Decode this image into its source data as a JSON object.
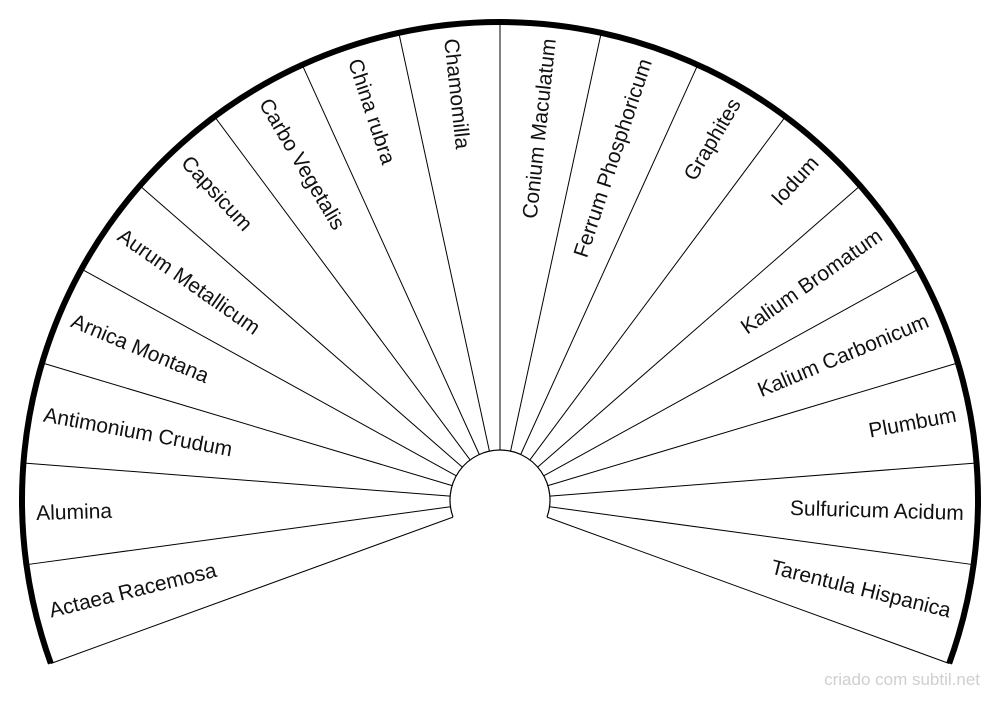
{
  "diagram": {
    "type": "semicircle-pendulum-chart",
    "segments": [
      "Actaea Racemosa",
      "Alumina",
      "Antimonium Crudum",
      "Arnica Montana",
      "Aurum Metallicum",
      "Capsicum",
      "Carbo Vegetalis",
      "China rubra",
      "Chamomilla",
      "Conium Maculatum",
      "Ferrum Phosphoricum",
      "Graphites",
      "Iodum",
      "Kalium Bromatum",
      "Kalium Carbonicum",
      "Plumbum",
      "Sulfuricum Acidum",
      "Tarentula Hispanica"
    ],
    "colors": {
      "stroke": "#000000",
      "background": "#ffffff",
      "credit": "#cfcfcf"
    }
  },
  "footer": {
    "credit": "criado com subtil.net"
  }
}
